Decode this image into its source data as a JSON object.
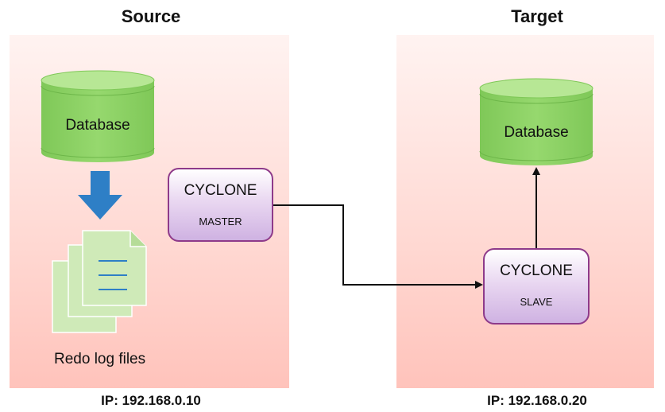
{
  "source": {
    "title": "Source",
    "database_label": "Database",
    "redo_label": "Redo log files",
    "ip": "IP: 192.168.0.10"
  },
  "target": {
    "title": "Target",
    "database_label": "Database",
    "ip": "IP: 192.168.0.20"
  },
  "master": {
    "title": "CYCLONE",
    "role": "MASTER"
  },
  "slave": {
    "title": "CYCLONE",
    "role": "SLAVE"
  },
  "colors": {
    "database_fill": "#8fd468",
    "database_top": "#b7e795",
    "arrow_blue": "#2e7fc6",
    "doc_fill": "#cfeab8",
    "doc_lines": "#2e7fc6",
    "cyclone_border": "#8e3a8a"
  }
}
